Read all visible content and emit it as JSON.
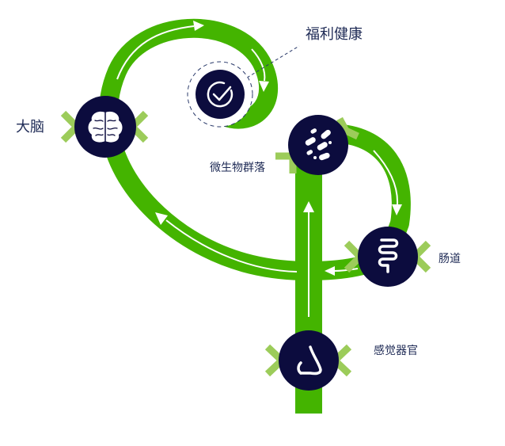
{
  "colors": {
    "path_green": "#44b400",
    "arrow_white": "#ffffff",
    "node_navy": "#0c0c3e",
    "chevron_light_green": "#9ccc5a",
    "label_text": "#1e2a55",
    "dashed_ring": "#2a3a6a"
  },
  "labels": {
    "wellbeing": "福利健康",
    "brain": "大脑",
    "microbiome": "微生物群落",
    "gut": "肠道",
    "sensory": "感觉器官"
  },
  "nodes": {
    "wellbeing": {
      "icon": "check-circle-icon"
    },
    "brain": {
      "icon": "brain-icon"
    },
    "microbiome": {
      "icon": "bacteria-icon"
    },
    "gut": {
      "icon": "intestine-icon"
    },
    "sensory": {
      "icon": "nose-icon"
    }
  }
}
